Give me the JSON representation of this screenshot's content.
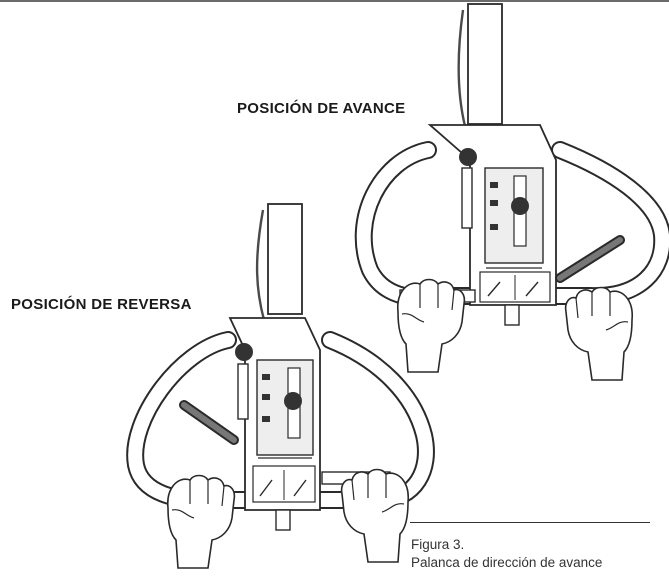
{
  "labels": {
    "forward": "POSICIÓN DE AVANCE",
    "reverse": "POSICIÓN DE REVERSA"
  },
  "caption": {
    "number": "Figura 3.",
    "text": "Palanca de dirección de avance"
  },
  "illustrations": [
    {
      "id": "forward-position",
      "lever_state": "forward"
    },
    {
      "id": "reverse-position",
      "lever_state": "reverse"
    }
  ],
  "colors": {
    "line": "#2a2a2a",
    "fill": "#ffffff",
    "shade": "#dddddd",
    "knob": "#333333",
    "cable": "#4a4a4a"
  }
}
